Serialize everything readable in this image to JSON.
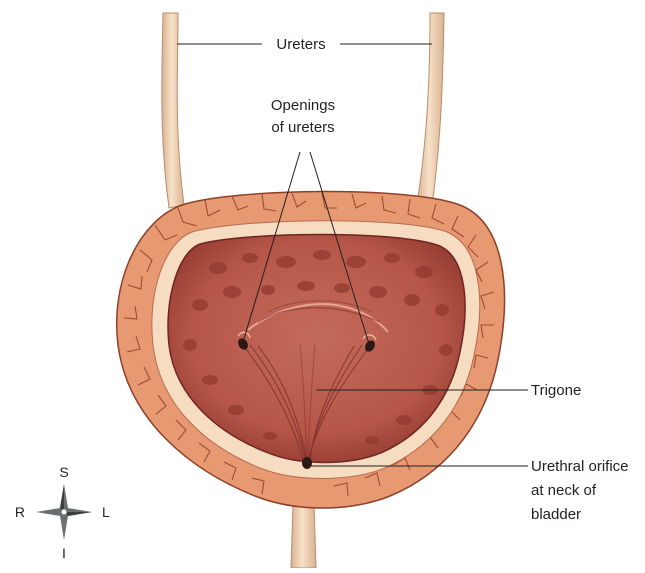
{
  "labels": {
    "ureters": "Ureters",
    "openings_line1": "Openings",
    "openings_line2": "of ureters",
    "trigone": "Trigone",
    "urethral_line1": "Urethral orifice",
    "urethral_line2": "at neck of",
    "urethral_line3": "bladder"
  },
  "compass": {
    "superior": "S",
    "inferior": "I",
    "right": "R",
    "left": "L"
  },
  "colors": {
    "ureter_fill": "#f3d6b8",
    "ureter_edge": "#b98d6a",
    "wall_outer": "#e79a72",
    "wall_line": "#a14a2f",
    "mucosa_band": "#f6dcc0",
    "lumen": "#b75a4d",
    "lumen_shadow": "#8e3a33",
    "lumen_spot": "#9c4239",
    "label_text": "#231f20",
    "compass_fill": "#6d6e71"
  }
}
